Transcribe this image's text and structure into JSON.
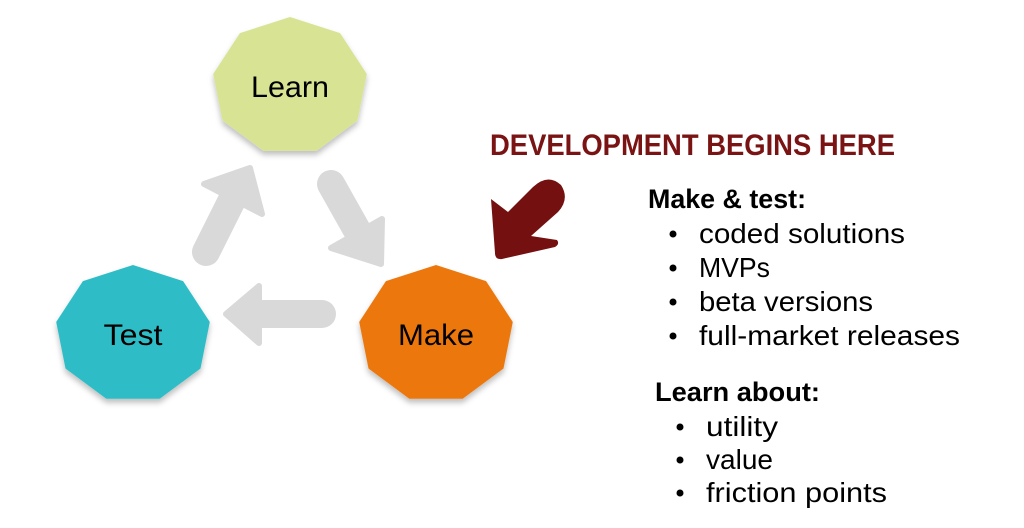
{
  "cycle": {
    "nodes": [
      {
        "label": "Learn",
        "color": "#d8e394"
      },
      {
        "label": "Test",
        "color": "#2ebdc6"
      },
      {
        "label": "Make",
        "color": "#ec780f"
      }
    ],
    "arrow_color": "#d9d9d9"
  },
  "callout": {
    "title": "DEVELOPMENT BEGINS HERE",
    "color": "#74100f"
  },
  "make_test": {
    "heading": "Make & test:",
    "items": [
      "coded solutions",
      "MVPs",
      "beta versions",
      "full-market releases"
    ]
  },
  "learn_about": {
    "heading": "Learn about:",
    "items": [
      "utility",
      "value",
      "friction points"
    ]
  }
}
